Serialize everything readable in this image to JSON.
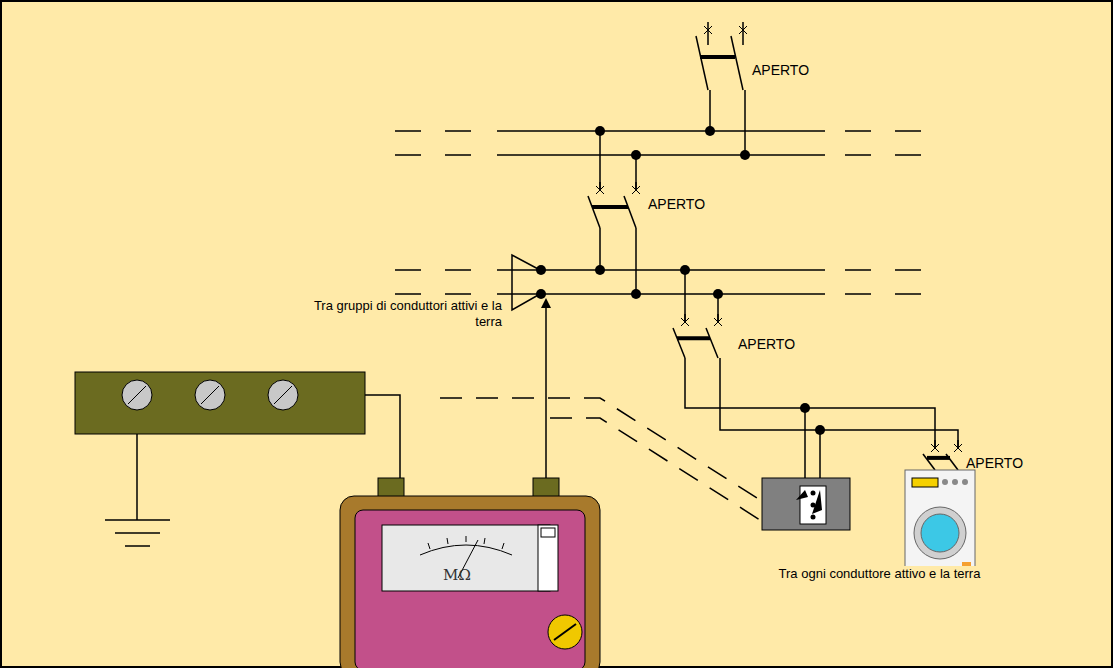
{
  "diagram": {
    "nodes": [
      {
        "text": [
          "MΩ"
        ]
      }
    ],
    "labels": [
      "APERTO",
      "APERTO",
      "APERTO",
      "APERTO",
      "Tra gruppi di conduttori attivi e la terra",
      "Tra ogni conduttore attivo e la terra"
    ]
  }
}
